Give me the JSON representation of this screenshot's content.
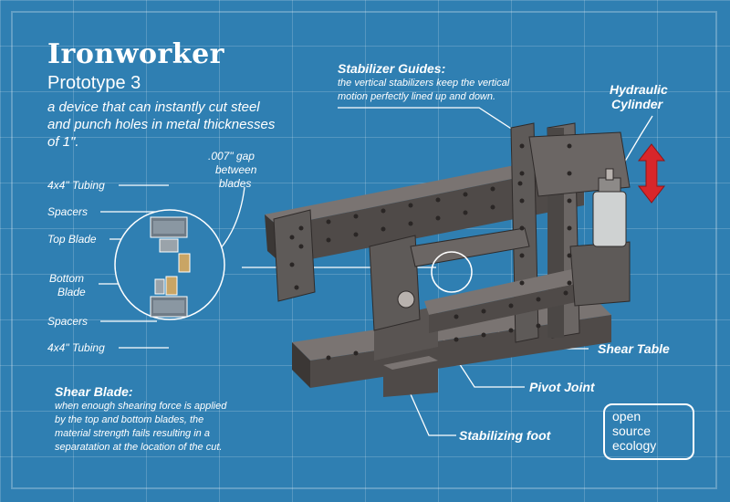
{
  "header": {
    "title": "Ironworker",
    "subtitle": "Prototype 3",
    "description": "a device that can instantly cut steel and punch holes in metal thicknesses of 1\"."
  },
  "detail_labels": {
    "tubing_top": "4x4\" Tubing",
    "spacers_top": "Spacers",
    "top_blade": "Top Blade",
    "bottom_blade_1": "Bottom",
    "bottom_blade_2": "Blade",
    "spacers_bottom": "Spacers",
    "tubing_bottom": "4x4\" Tubing",
    "gap_1": ".007\" gap",
    "gap_2": "between",
    "gap_3": "blades"
  },
  "callouts": {
    "stabilizer_guides": "Stabilizer Guides:",
    "stabilizer_text_1": "the vertical stabilizers keep the vertical",
    "stabilizer_text_2": "motion perfectly lined up and down.",
    "hydraulic_1": "Hydraulic",
    "hydraulic_2": "Cylinder",
    "shear_table": "Shear Table",
    "pivot_joint": "Pivot Joint",
    "stabilizing_foot": "Stabilizing foot"
  },
  "shear_blade": {
    "heading": "Shear Blade:",
    "line_1": "when enough shearing force is applied",
    "line_2": "by the top and bottom blades, the",
    "line_3": "material strength fails resulting in a",
    "line_4": "separatation at the location of the cut."
  },
  "logo": {
    "line_1": "open",
    "line_2": "source",
    "line_3": "ecology"
  },
  "colors": {
    "background": "#2f7fb2",
    "steel": "#5e5a58",
    "arrow": "#d8262a"
  }
}
